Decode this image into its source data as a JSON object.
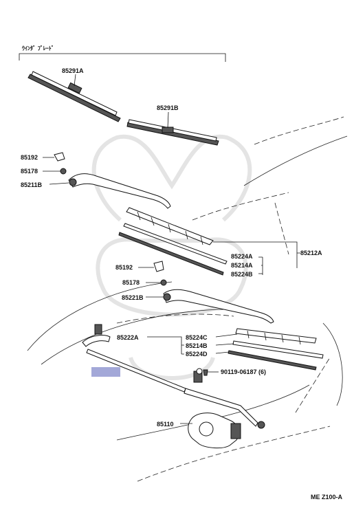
{
  "header": {
    "group_title": "ｳｲﾝﾀﾞ ﾌﾞﾚｰﾄﾞ"
  },
  "parts": {
    "p85291A": "85291A",
    "p85291B": "85291B",
    "p85192_a": "85192",
    "p85178_a": "85178",
    "p85211B": "85211B",
    "p85224A": "85224A",
    "p85214A": "85214A",
    "p85224B": "85224B",
    "p85212A": "85212A",
    "p85192_b": "85192",
    "p85178_b": "85178",
    "p85221B": "85221B",
    "p85222A": "85222A",
    "p85224C": "85224C",
    "p85214B": "85214B",
    "p85224D": "85224D",
    "p90119": "90119-06187 (6)",
    "p85110": "85110"
  },
  "footer": {
    "diagram_code": "ME  Z100-A"
  },
  "highlight": {
    "color": "#a3a8d8"
  }
}
